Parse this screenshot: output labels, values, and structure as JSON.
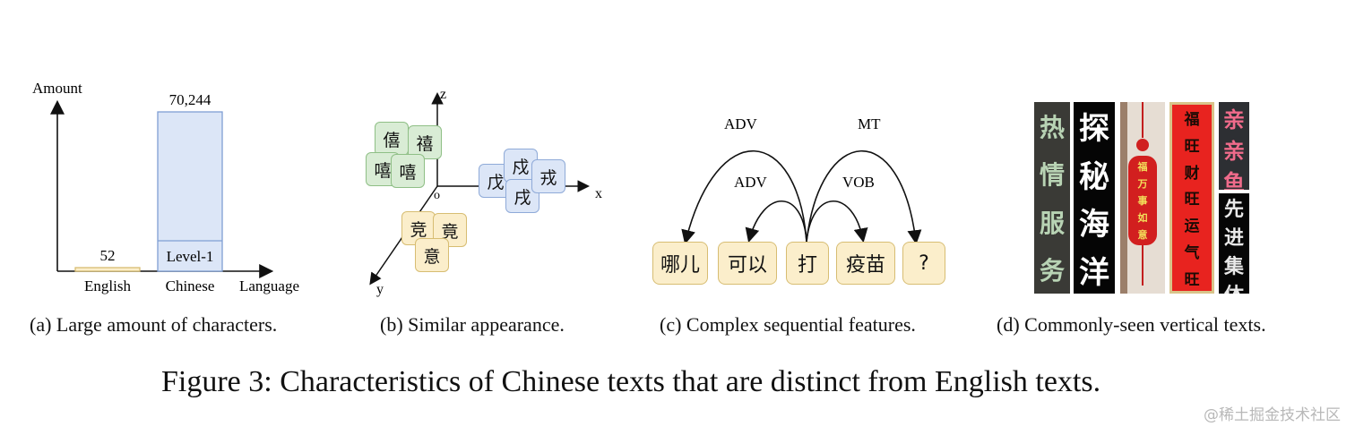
{
  "panel_a": {
    "chart_data": {
      "type": "bar",
      "categories": [
        "English",
        "Chinese"
      ],
      "values": [
        52,
        70244
      ],
      "data_labels": [
        "52",
        "70,244"
      ],
      "ylabel": "Amount",
      "xlabel": "Language",
      "inner_label": "Level-1",
      "colors": {
        "english_fill": "#fbeecb",
        "english_stroke": "#d7bd72",
        "chinese_fill": "#dce6f7",
        "chinese_stroke": "#7f9fd4"
      }
    },
    "caption": "(a) Large amount of characters."
  },
  "panel_b": {
    "axis_labels": {
      "z": "z",
      "x": "x",
      "y": "y",
      "origin": "o"
    },
    "green_chars": [
      "僖",
      "禧",
      "嘻",
      "嘻"
    ],
    "blue_chars": [
      "戊",
      "戍",
      "戌",
      "戎"
    ],
    "yellow_chars": [
      "竞",
      "竟",
      "意"
    ],
    "caption": "(b) Similar appearance."
  },
  "panel_c": {
    "tokens": [
      "哪儿",
      "可以",
      "打",
      "疫苗",
      "?"
    ],
    "arcs": {
      "outer_left": "ADV",
      "outer_right": "MT",
      "inner_left": "ADV",
      "inner_right": "VOB"
    },
    "caption": "(c) Complex sequential features."
  },
  "panel_d": {
    "signs": [
      {
        "text": "热情服务",
        "bg": "#3a3a36",
        "fg": "#b8d3b4"
      },
      {
        "text": "探秘海洋",
        "bg": "#050505",
        "fg": "#ffffff"
      },
      {
        "text": "福万事如意",
        "bg": "#e6ddd3",
        "fg": "#f3e05a"
      },
      {
        "text": "福旺财旺运气旺",
        "bg": "#e8231f",
        "fg": "#1a0b05"
      },
      {
        "text": "亲亲鱼",
        "bg": "#2d2f33",
        "fg": "#f06b8b"
      },
      {
        "text": "先进集体",
        "bg": "#060606",
        "fg": "#e9e9e9"
      }
    ],
    "caption": "(d) Commonly-seen vertical texts."
  },
  "figure_caption": "Figure 3: Characteristics of Chinese texts that are distinct from English texts.",
  "watermark": "@稀土掘金技术社区"
}
